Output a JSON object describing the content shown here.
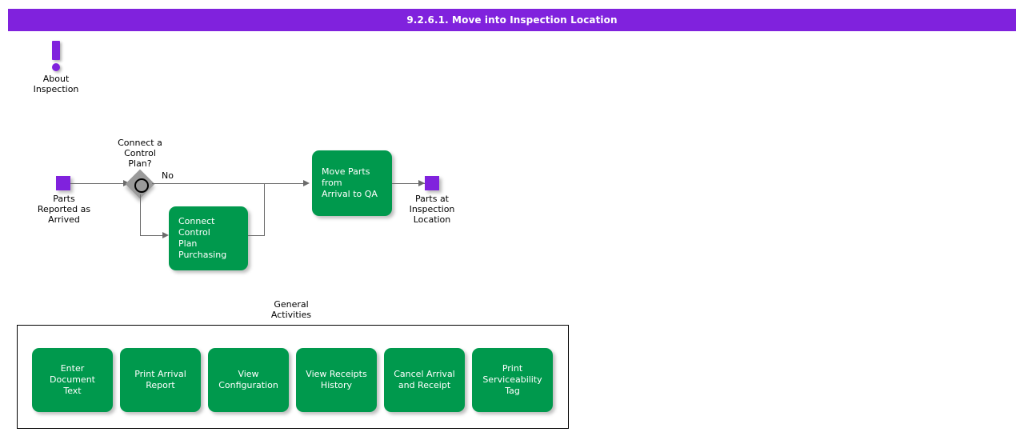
{
  "header": {
    "title": "9.2.6.1. Move into Inspection Location",
    "background_color": "#8022dd",
    "text_color": "#ffffff"
  },
  "theme": {
    "task_green": "#00994d",
    "event_purple": "#8022dd",
    "gateway_gray": "#9a9a9a",
    "connector_gray": "#6b6b6b",
    "canvas": "#ffffff"
  },
  "annotation": {
    "icon": "exclamation-icon",
    "label": "About\nInspection"
  },
  "diagram": {
    "start_event": {
      "name": "parts-reported-as-arrived",
      "label": "Parts\nReported as\nArrived",
      "shape": "square",
      "color": "#8022dd"
    },
    "gateway": {
      "name": "connect-a-control-plan",
      "label": "Connect a\nControl\nPlan?",
      "shape": "diamond-with-circle",
      "color": "#9a9a9a"
    },
    "flow_labels": [
      {
        "name": "flow-label-no",
        "text": "No"
      }
    ],
    "tasks": [
      {
        "name": "connect-control-plan-purchasing",
        "label": "Connect Control\nPlan Purchasing"
      },
      {
        "name": "move-parts-from-arrival-to-qa",
        "label": "Move Parts from\nArrival to QA"
      }
    ],
    "end_event": {
      "name": "parts-at-inspection-location",
      "label": "Parts at\nInspection\nLocation",
      "shape": "square",
      "color": "#8022dd"
    }
  },
  "general_activities": {
    "label": "General\nActivities",
    "buttons": [
      {
        "name": "enter-document-text",
        "label": "Enter Document\nText"
      },
      {
        "name": "print-arrival-report",
        "label": "Print Arrival\nReport"
      },
      {
        "name": "view-configuration",
        "label": "View\nConfiguration"
      },
      {
        "name": "view-receipts-history",
        "label": "View Receipts\nHistory"
      },
      {
        "name": "cancel-arrival-and-receipt",
        "label": "Cancel Arrival\nand Receipt"
      },
      {
        "name": "print-serviceability-tag",
        "label": "Print\nServiceability\nTag"
      }
    ]
  }
}
